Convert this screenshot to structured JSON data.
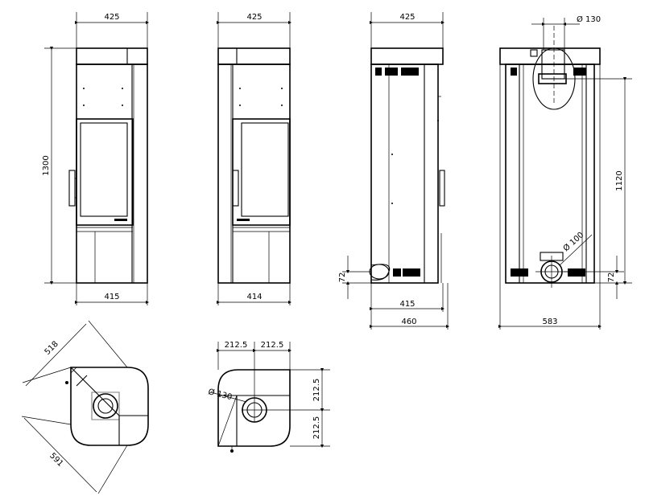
{
  "front": {
    "width_top": "425",
    "height": "1300",
    "width_bottom": "415"
  },
  "side": {
    "width_top": "425",
    "width_bottom": "414"
  },
  "rear": {
    "width_top": "425",
    "inlet_height": "72",
    "inner_width": "415",
    "overall_depth": "460"
  },
  "back": {
    "flue_diameter": "Ø 130",
    "flue_height": "1120",
    "inlet_diameter": "Ø 100",
    "inlet_height": "72",
    "overall_width": "583"
  },
  "corner_plan": {
    "side_a": "518",
    "side_b": "591"
  },
  "square_plan": {
    "left_half": "212.5",
    "right_half": "212.5",
    "top_half": "212.5",
    "bottom_half": "212.5",
    "flue_diameter": "Ø 130"
  }
}
